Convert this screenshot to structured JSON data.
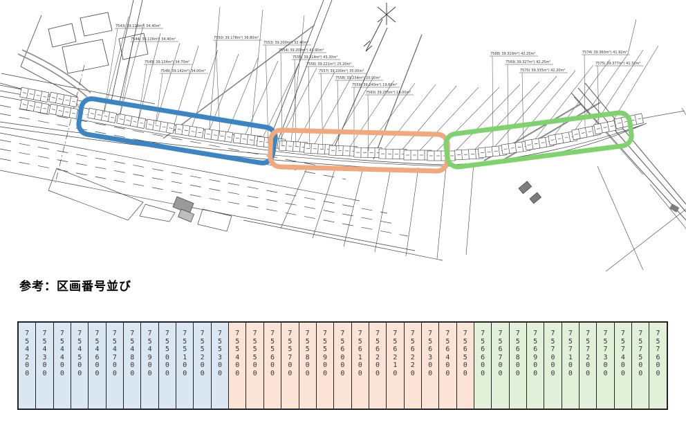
{
  "title": "参考：区画番号並び",
  "map": {
    "highlight_colors": {
      "blue": "#3c85c5",
      "orange": "#f0a87c",
      "green": "#7fd36e"
    },
    "labels": [
      {
        "text": "7543( 39.118m²) 34.40m²"
      },
      {
        "text": "7544( 39.126m²) 34.40m²"
      },
      {
        "text": "7545( 39.134m²) 34.70m²"
      },
      {
        "text": "7546( 39.142m²) 34.00m²"
      },
      {
        "text": "7550( 39.178m²) 36.80m²"
      },
      {
        "text": "7553( 39.200m²) 32.40m²"
      },
      {
        "text": "7554( 39.208m²) 43.90m²"
      },
      {
        "text": "7555( 39.214m²) 43.30m²"
      },
      {
        "text": "7556( 39.221m²) 25.20m²"
      },
      {
        "text": "7557( 39.230m²) 35.00m²"
      },
      {
        "text": "7558( 39.234m²) 20.00m²"
      },
      {
        "text": "7559( 39.240m²) 19.60m²"
      },
      {
        "text": "7560( 39.255m²) 19.00m²"
      },
      {
        "text": "7568( 39.319m²) 42.25m²"
      },
      {
        "text": "7569( 39.327m²) 42.25m²"
      },
      {
        "text": "7570( 39.335m²) 42.20m²"
      },
      {
        "text": "7574( 39.360m²) 41.92m²"
      },
      {
        "text": "7575( 39.377m²) 41.32m²"
      }
    ]
  },
  "table": {
    "sections": [
      {
        "name": "blue",
        "cell_bg": "#dbe6f3",
        "values": [
          "754200",
          "754300",
          "754400",
          "754500",
          "754600",
          "754700",
          "754800",
          "754900",
          "755000",
          "755100",
          "755200",
          "755300"
        ]
      },
      {
        "name": "orange",
        "cell_bg": "#fbe4d5",
        "values": [
          "755400",
          "755500",
          "755600",
          "755700",
          "755800",
          "755900",
          "756000",
          "756100",
          "756200",
          "756210",
          "756220",
          "756300",
          "756400",
          "756500"
        ]
      },
      {
        "name": "green",
        "cell_bg": "#e2f0d9",
        "values": [
          "756600",
          "756700",
          "756800",
          "756900",
          "757000",
          "757100",
          "757200",
          "757300",
          "757400",
          "757500",
          "757600"
        ]
      }
    ]
  }
}
